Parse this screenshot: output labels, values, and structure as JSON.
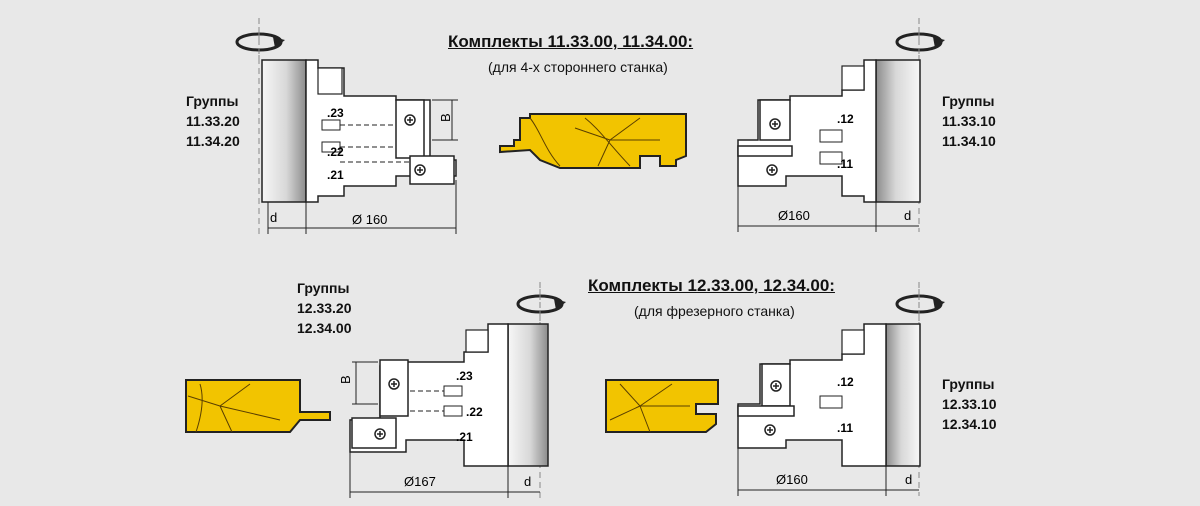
{
  "kit_top": {
    "title": "Комплекты 11.33.00, 11.34.00:",
    "subtitle": "(для 4-х стороннего станка)",
    "left_group": {
      "heading": "Группы",
      "codes": [
        "11.33.20",
        "11.34.20"
      ]
    },
    "right_group": {
      "heading": "Группы",
      "codes": [
        "11.33.10",
        "11.34.10"
      ]
    },
    "left_knives": [
      ".23",
      ".22",
      ".21"
    ],
    "right_knives": [
      ".12",
      ".11"
    ],
    "left_diameter": "Ø 160",
    "right_diameter": "Ø160",
    "shaft_label": "d",
    "height_label": "B"
  },
  "kit_bottom": {
    "title": "Комплекты 12.33.00, 12.34.00:",
    "subtitle": "(для фрезерного станка)",
    "left_group": {
      "heading": "Группы",
      "codes": [
        "12.33.20",
        "12.34.00"
      ]
    },
    "right_group": {
      "heading": "Группы",
      "codes": [
        "12.33.10",
        "12.34.10"
      ]
    },
    "left_knives": [
      ".23",
      ".22",
      ".21"
    ],
    "right_knives": [
      ".12",
      ".11"
    ],
    "left_diameter": "Ø167",
    "right_diameter": "Ø160",
    "shaft_label": "d",
    "height_label": "B"
  },
  "colors": {
    "wood": "#f2c400",
    "shaft_light": "#f4f4f4",
    "shaft_dark": "#8a8a8a",
    "metal": "#ffffff",
    "line": "#222222"
  }
}
